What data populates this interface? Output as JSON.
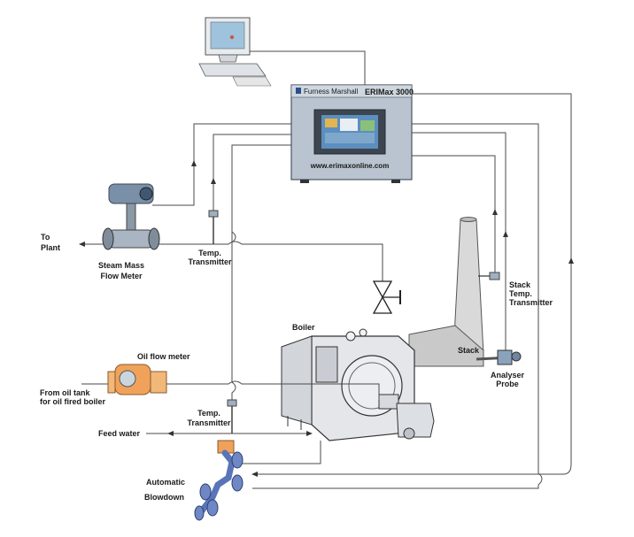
{
  "controller": {
    "model": "ERIMax 3000",
    "brand": "Furness Marshall",
    "url": "www.erimaxonline.com"
  },
  "labels": {
    "to_plant_line1": "To",
    "to_plant_line2": "Plant",
    "steam_meter_line1": "Steam Mass",
    "steam_meter_line2": "Flow Meter",
    "temp_top_line1": "Temp.",
    "temp_top_line2": "Transmitter",
    "stack_temp_line1": "Stack",
    "stack_temp_line2": "Temp.",
    "stack_temp_line3": "Transmitter",
    "boiler": "Boiler",
    "oil_meter": "Oil flow meter",
    "from_oil_line1": "From oil tank",
    "from_oil_line2": "for oil fired boiler",
    "stack": "Stack",
    "analyser_line1": "Analyser",
    "analyser_line2": "Probe",
    "temp_bottom_line1": "Temp.",
    "temp_bottom_line2": "Transmitter",
    "feed_water": "Feed water",
    "blowdown_line1": "Automatic",
    "blowdown_line2": "Blowdown"
  },
  "colors": {
    "cabinet": "#b9c4d0",
    "screen": "#5c8fbf",
    "boiler_body": "#e4e6ea",
    "stack": "#d9d9d9",
    "oil_meter": "#f0a25b",
    "blowdown": "#5a74b8",
    "steam_meter": "#7a8fa8"
  }
}
